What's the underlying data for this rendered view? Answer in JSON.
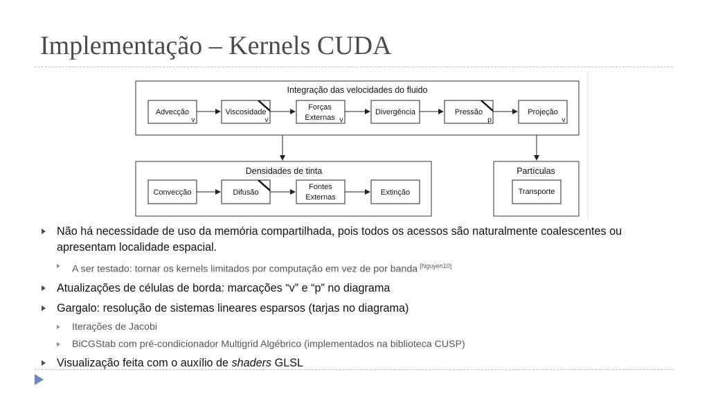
{
  "slide": {
    "title": "Implementação – Kernels CUDA"
  },
  "diagram": {
    "fluid_group": {
      "title": "Integração das velocidades do fluido",
      "boxes": [
        {
          "label": "Advecção",
          "marker": "v"
        },
        {
          "label": "Viscosidade",
          "marker": "v"
        },
        {
          "label": "Forças Externas",
          "label_lines": [
            "Forças",
            "Externas"
          ],
          "marker": "v"
        },
        {
          "label": "Divergência",
          "marker": ""
        },
        {
          "label": "Pressão",
          "marker": "p"
        },
        {
          "label": "Projeção",
          "marker": "v"
        }
      ]
    },
    "ink_group": {
      "title": "Densidades de tinta",
      "boxes": [
        {
          "label": "Convecção"
        },
        {
          "label": "Difusão"
        },
        {
          "label": "Fontes Externas",
          "label_lines": [
            "Fontes",
            "Externas"
          ]
        },
        {
          "label": "Extinção"
        }
      ]
    },
    "particles_group": {
      "title": "Partículas",
      "boxes": [
        {
          "label": "Transporte"
        }
      ]
    }
  },
  "bullets": {
    "b1": "Não há necessidade de uso da memória compartilhada, pois todos os acessos são naturalmente coalescentes ou apresentam localidade espacial.",
    "b1_sub": "A ser testado: tornar os kernels limitados por computação em vez de por banda",
    "b1_sub_ref": "[Nguyen10]",
    "b2": "Atualizações de células de borda: marcações “v” e “p” no diagrama",
    "b3": "Gargalo: resolução de sistemas lineares esparsos (tarjas no diagrama)",
    "b3_sub1": "Iterações de Jacobi",
    "b3_sub2": "BiCGStab com pré-condicionador Multigrid Algébrico (implementados na biblioteca CUSP)",
    "b4_prefix": "Visualização feita com o auxílio de ",
    "b4_em": "shaders",
    "b4_suffix": " GLSL"
  },
  "navigation": {
    "next_icon": "play-triangle-icon"
  }
}
